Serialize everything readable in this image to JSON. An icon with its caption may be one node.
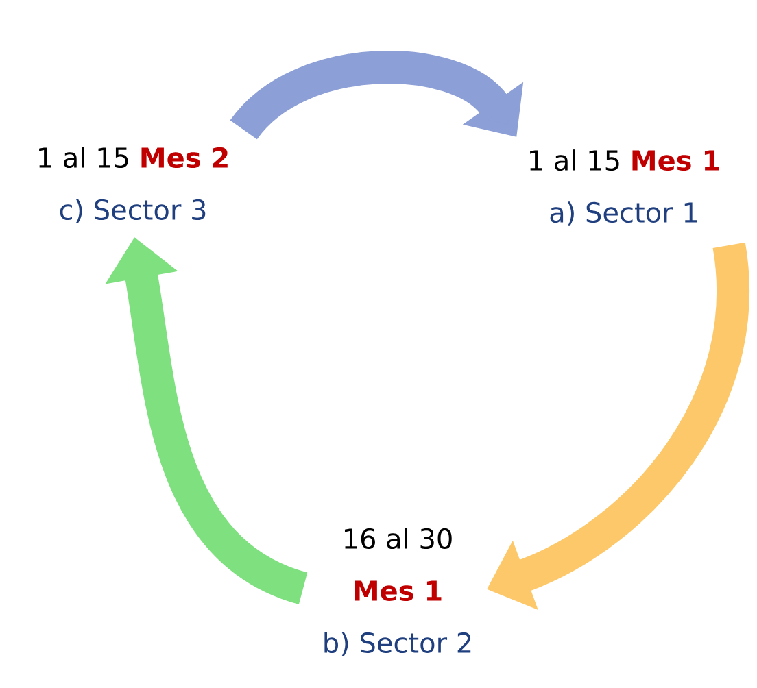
{
  "diagram": {
    "nodes": [
      {
        "text": [
          "1 al 15",
          "Mes 1",
          "a) Sector 1"
        ]
      },
      {
        "text": [
          "16 al 30",
          "Mes 1",
          "b) Sector 2"
        ]
      },
      {
        "text": [
          "1 al 15",
          "Mes 2",
          "c) Sector 3"
        ]
      }
    ],
    "edges": [
      {
        "from": 2,
        "to": 0,
        "arrow": "to",
        "color": "#8c9fd6"
      },
      {
        "from": 0,
        "to": 1,
        "arrow": "to",
        "color": "#fdc86a"
      },
      {
        "from": 1,
        "to": 2,
        "arrow": "to",
        "color": "#7fe07f"
      }
    ]
  }
}
